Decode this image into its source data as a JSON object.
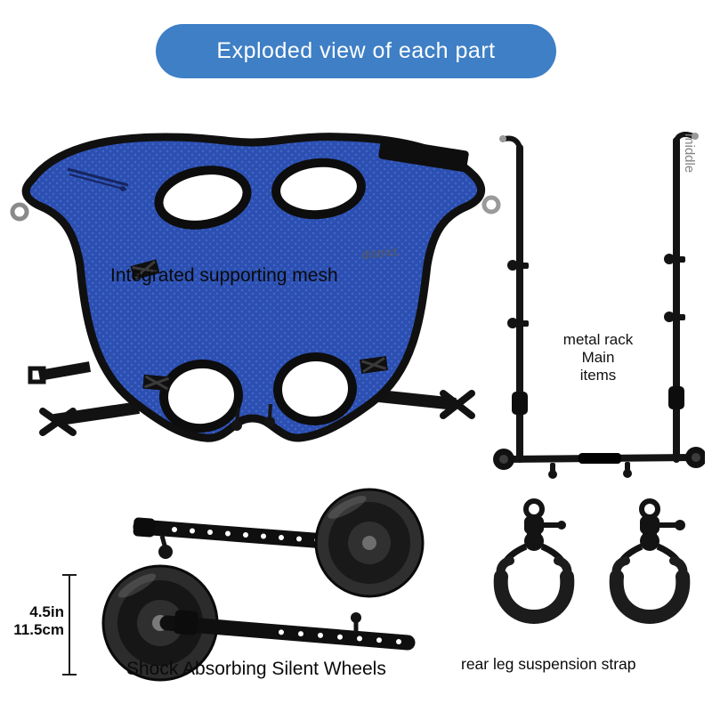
{
  "banner": {
    "label": "Exploded view of each part"
  },
  "harness": {
    "label": "Integrated supporting mesh",
    "watermark": "district."
  },
  "rack": {
    "side_label": "middle",
    "label_line1": "metal rack",
    "label_line2": "Main",
    "label_line3": "items"
  },
  "wheels": {
    "label": "Shock Absorbing Silent Wheels",
    "dimension_in": "4.5in",
    "dimension_cm": "11.5cm"
  },
  "straps": {
    "label": "rear leg suspension strap"
  },
  "colors": {
    "banner_bg": "#3e7fc6",
    "banner_text": "#ffffff",
    "harness_blue": "#2c50b2",
    "harness_blue_dot": "#4466c8",
    "part_black": "#141414",
    "background": "#ffffff"
  }
}
